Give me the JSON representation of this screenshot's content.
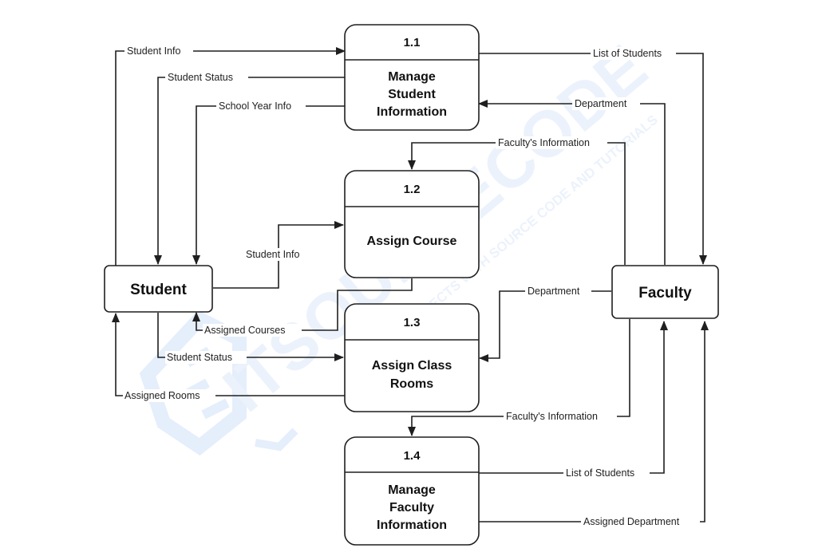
{
  "entities": {
    "student": "Student",
    "faculty": "Faculty"
  },
  "processes": [
    {
      "number": "1.1",
      "lines": [
        "Manage",
        "Student",
        "Information"
      ]
    },
    {
      "number": "1.2",
      "lines": [
        "Assign Course"
      ]
    },
    {
      "number": "1.3",
      "lines": [
        "Assign Class",
        "Rooms"
      ]
    },
    {
      "number": "1.4",
      "lines": [
        "Manage",
        "Faculty",
        "Information"
      ]
    }
  ],
  "flows": {
    "student_info_top": "Student Info",
    "student_status_top": "Student Status",
    "school_year_info": "School Year Info",
    "list_of_students_top": "List of Students",
    "department_top": "Department",
    "faculty_info_top": "Faculty's Information",
    "student_info_mid": "Student Info",
    "department_mid": "Department",
    "assigned_courses": "Assigned Courses",
    "student_status_mid": "Student Status",
    "assigned_rooms": "Assigned Rooms",
    "faculty_info_bottom": "Faculty's Information",
    "list_of_students_bottom": "List of Students",
    "assigned_department": "Assigned Department"
  },
  "watermark": {
    "main": "ITSOURCECODE",
    "sub": "FREE PROJECTS WITH SOURCE CODE AND TUTORIALS"
  },
  "colors": {
    "stroke": "#1f1f1f",
    "watermark": "#cfe0f7"
  }
}
